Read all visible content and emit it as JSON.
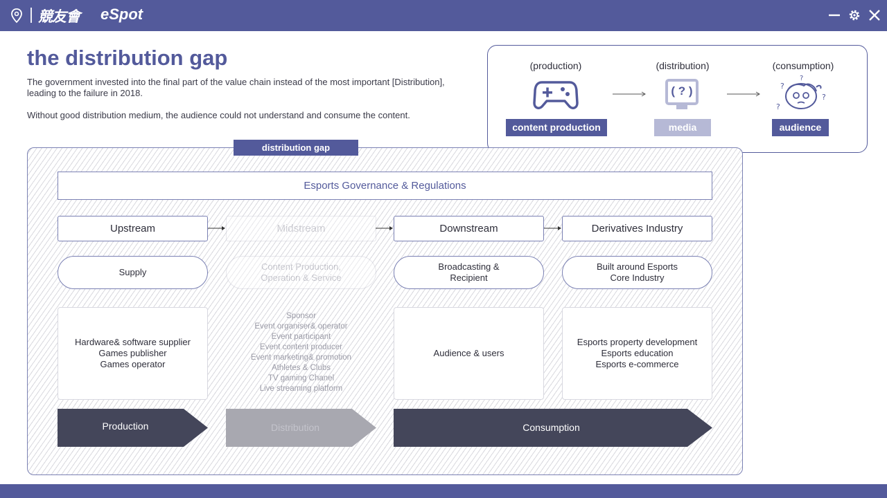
{
  "app": {
    "logo_cn": "競友會",
    "logo_en": "eSpot"
  },
  "header": {
    "title": "the distribution gap",
    "desc1": "The government invested into the final part of the value chain instead of the most important [Distribution], leading to the failure in 2018.",
    "desc2": "Without good distribution medium, the audience could not understand and consume the content."
  },
  "flow": {
    "production_label": "(production)",
    "distribution_label": "(distribution)",
    "consumption_label": "(consumption)",
    "production_tag": "content production",
    "distribution_tag": "media",
    "consumption_tag": "audience",
    "media_icon_text": "( ? )"
  },
  "chain": {
    "gap_label": "distribution gap",
    "governance": "Esports Governance & Regulations",
    "stages": [
      "Upstream",
      "Midstream",
      "Downstream",
      "Derivatives Industry"
    ],
    "pills": [
      "Supply",
      "Content Production,\nOperation & Service",
      "Broadcasting &\nRecipient",
      "Built around Esports\nCore Industry"
    ],
    "upstream_details": [
      "Hardware& software supplier",
      "Games publisher",
      "Games operator"
    ],
    "midstream_details": [
      "Sponsor",
      "Event organiser& operator",
      "Event participant",
      "Event content producer",
      "Event marketing& promotion",
      "Athletes & Clubs",
      "TV gaming Chanel",
      "Live streaming platform"
    ],
    "downstream_details": [
      "Audience & users"
    ],
    "derivatives_details": [
      "Esports property development",
      "Esports education",
      "Esports e-commerce"
    ],
    "phases": [
      "Production",
      "Distribution",
      "Consumption"
    ]
  },
  "colors": {
    "brand": "#535a9b",
    "dark_chevron": "#44465a",
    "faded_chevron": "#a8a8b0",
    "media_tag": "#b6b9d6"
  }
}
